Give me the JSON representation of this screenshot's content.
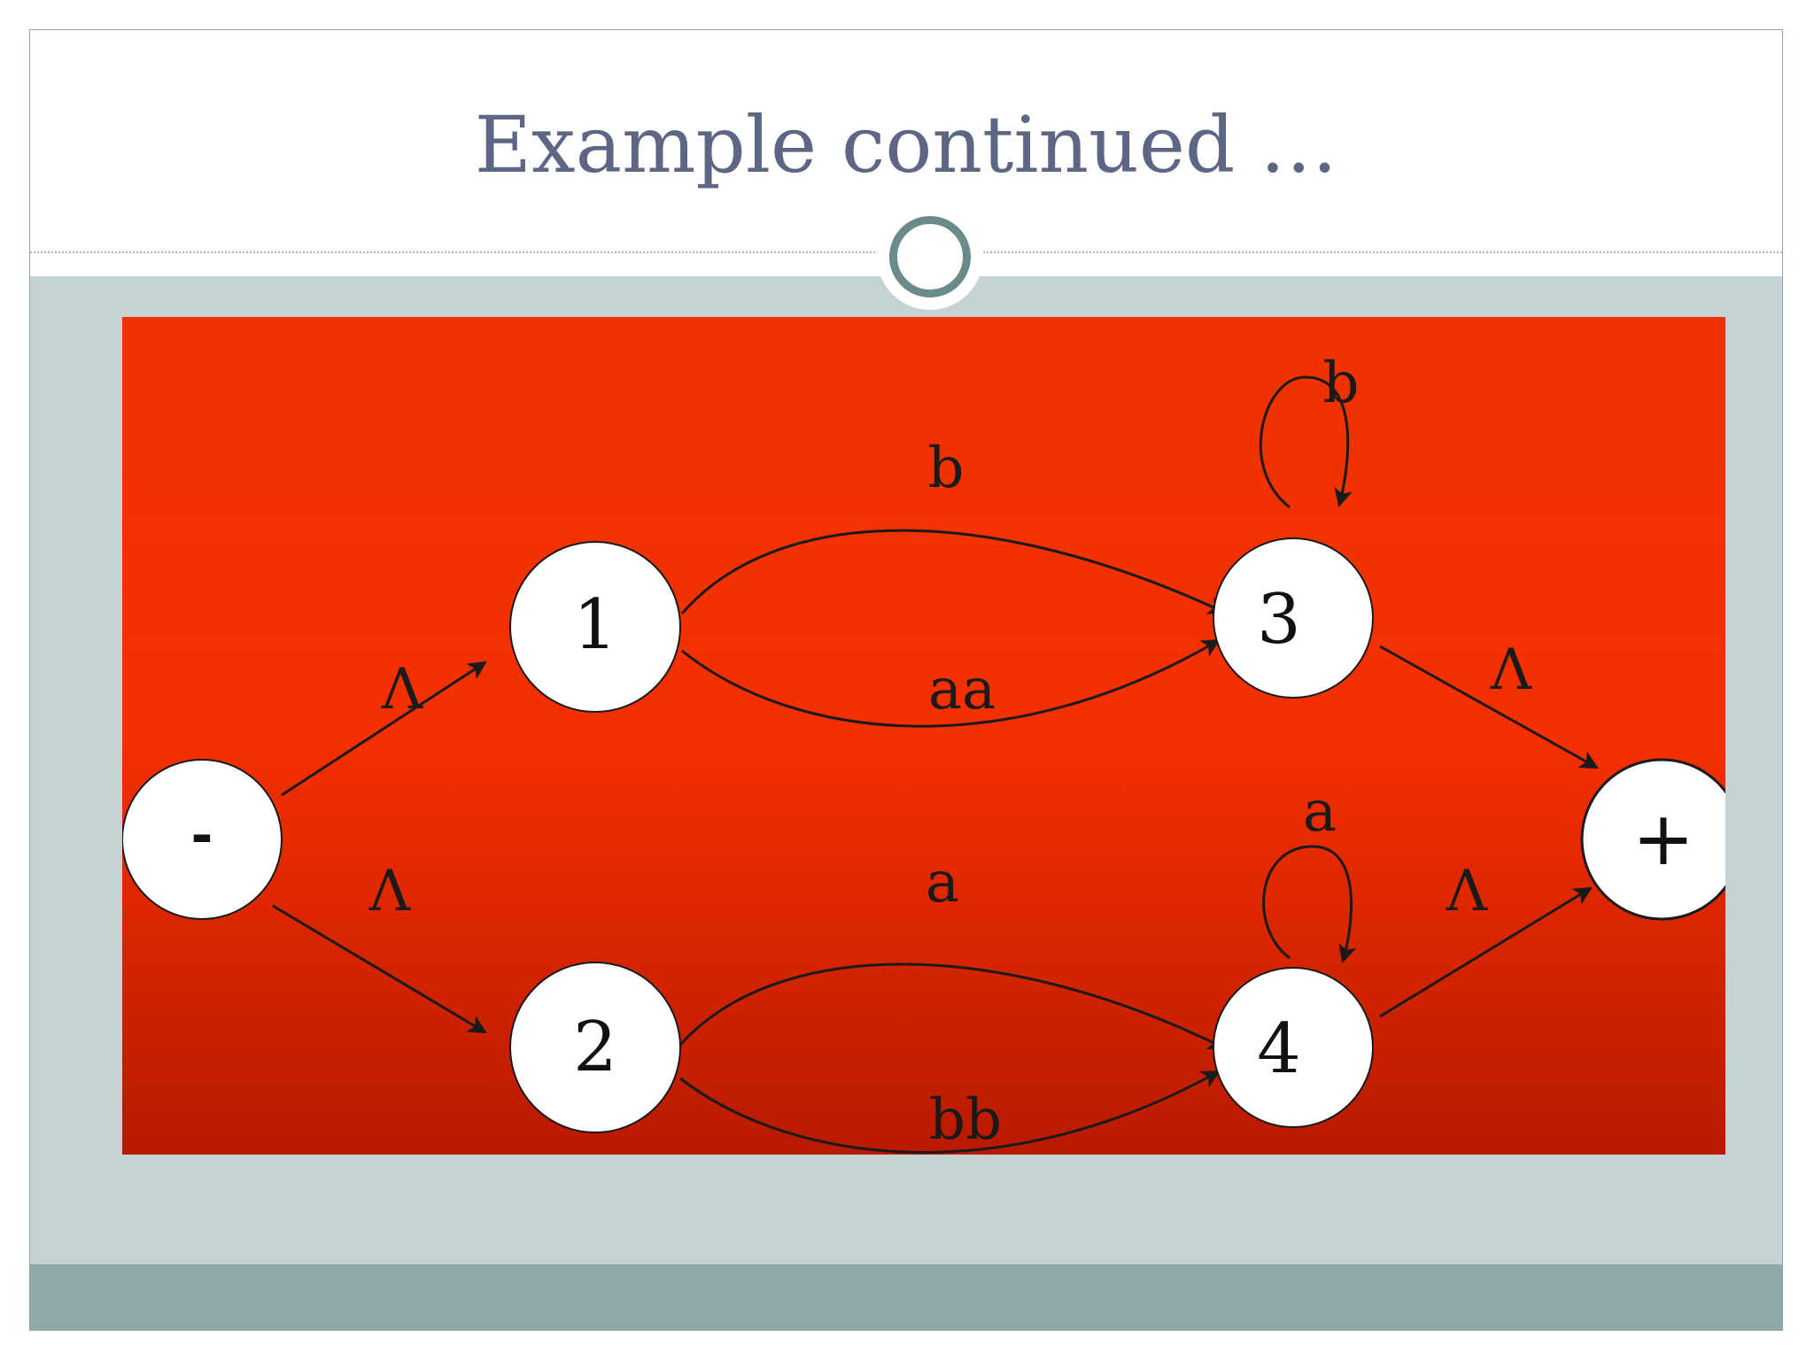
{
  "slide": {
    "title": "Example continued …"
  },
  "colors": {
    "title_text": "#5d6684",
    "content_band": "#c5d3d5",
    "footer_band": "#8fa9a9",
    "ornament_ring": "#6b8a8a",
    "diagram_background_top": "#ee3300",
    "diagram_background_bottom": "#b81a00",
    "node_fill": "#ffffff",
    "edge": "#1a1a1a"
  },
  "diagram": {
    "states": [
      {
        "id": "start",
        "label": "-"
      },
      {
        "id": "s1",
        "label": "1"
      },
      {
        "id": "s2",
        "label": "2"
      },
      {
        "id": "s3",
        "label": "3"
      },
      {
        "id": "s4",
        "label": "4"
      },
      {
        "id": "final",
        "label": "+"
      }
    ],
    "transitions": [
      {
        "from": "start",
        "to": "s1",
        "label": "Λ"
      },
      {
        "from": "start",
        "to": "s2",
        "label": "Λ"
      },
      {
        "from": "s1",
        "to": "s3",
        "label": "b"
      },
      {
        "from": "s1",
        "to": "s3",
        "label": "aa"
      },
      {
        "from": "s3",
        "to": "s3",
        "label": "b"
      },
      {
        "from": "s2",
        "to": "s4",
        "label": "a"
      },
      {
        "from": "s2",
        "to": "s4",
        "label": "bb"
      },
      {
        "from": "s4",
        "to": "s4",
        "label": "a"
      },
      {
        "from": "s3",
        "to": "final",
        "label": "Λ"
      },
      {
        "from": "s4",
        "to": "final",
        "label": "Λ"
      }
    ]
  }
}
